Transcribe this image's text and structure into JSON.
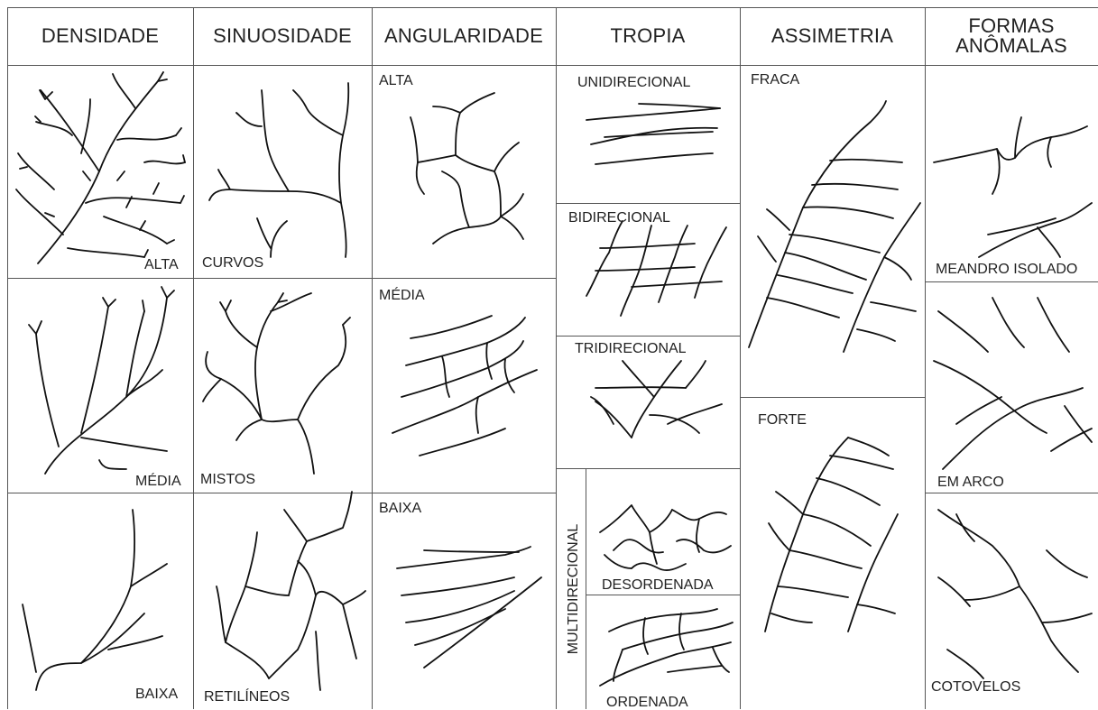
{
  "headers": {
    "densidade": "DENSIDADE",
    "sinuosidade": "SINUOSIDADE",
    "angularidade": "ANGULARIDADE",
    "tropia": "TROPIA",
    "assimetria": "ASSIMETRIA",
    "formas_line1": "FORMAS",
    "formas_line2": "ANÔMALAS"
  },
  "densidade": {
    "alta": "ALTA",
    "media": "MÉDIA",
    "baixa": "BAIXA"
  },
  "sinuosidade": {
    "curvos": "CURVOS",
    "mistos": "MISTOS",
    "retilineos": "RETILÍNEOS"
  },
  "angularidade": {
    "alta": "ALTA",
    "media": "MÉDIA",
    "baixa": "BAIXA"
  },
  "tropia": {
    "unidirecional": "UNIDIRECIONAL",
    "bidirecional": "BIDIRECIONAL",
    "tridirecional": "TRIDIRECIONAL",
    "multidirecional": "MULTIDIRECIONAL",
    "desordenada": "DESORDENADA",
    "ordenada": "ORDENADA"
  },
  "assimetria": {
    "fraca": "FRACA",
    "forte": "FORTE"
  },
  "formas_anomalas": {
    "meandro_isolado": "MEANDRO ISOLADO",
    "em_arco": "EM ARCO",
    "cotovelos": "COTOVELOS"
  }
}
